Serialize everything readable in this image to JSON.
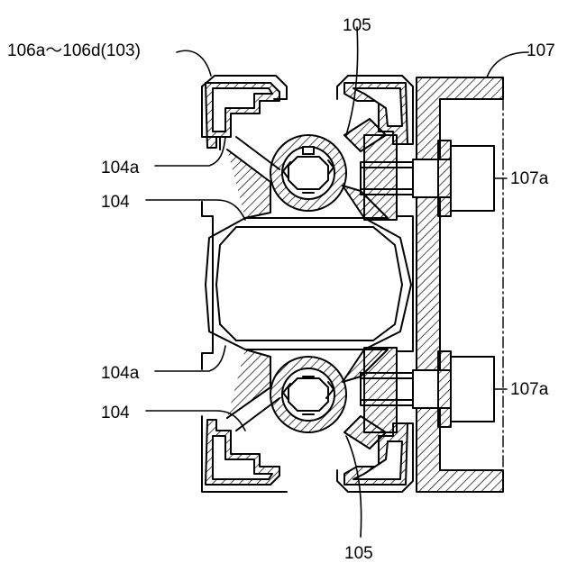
{
  "figure": {
    "labels": {
      "l106": "106a～106d(103)",
      "l105_top": "105",
      "l107": "107",
      "l104a_upper": "104a",
      "l107a_upper": "107a",
      "l104_upper": "104",
      "l104a_lower": "104a",
      "l107a_lower": "107a",
      "l104_lower": "104",
      "l105_bottom": "105"
    }
  }
}
